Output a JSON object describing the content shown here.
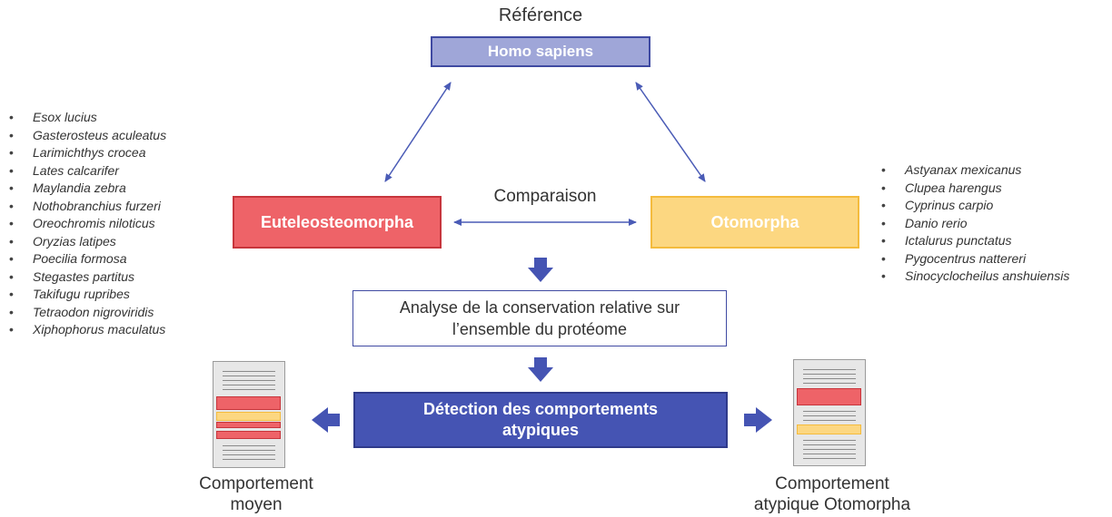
{
  "reference": {
    "label": "Référence",
    "box": "Homo sapiens"
  },
  "groups": {
    "euteleosteomorpha": {
      "label": "Euteleosteomorpha",
      "color": "#ee6368"
    },
    "otomorpha": {
      "label": "Otomorpha",
      "color": "#fcd781"
    }
  },
  "comparison_label": "Comparaison",
  "analysis": {
    "line1": "Analyse de la conservation relative sur",
    "line2": "l’ensemble du protéome"
  },
  "detection": {
    "line1": "Détection des comportements",
    "line2": "atypiques",
    "color": "#4554b3"
  },
  "left_species": [
    "Esox lucius",
    "Gasterosteus aculeatus",
    "Larimichthys crocea",
    "Lates calcarifer",
    "Maylandia zebra",
    "Nothobranchius furzeri",
    "Oreochromis niloticus",
    "Oryzias latipes",
    "Poecilia formosa",
    "Stegastes partitus",
    "Takifugu rupribes",
    "Tetraodon nigroviridis",
    "Xiphophorus maculatus"
  ],
  "right_species": [
    "Astyanax mexicanus",
    "Clupea harengus",
    "Cyprinus carpio",
    "Danio rerio",
    "Ictalurus punctatus",
    "Pygocentrus nattereri",
    "Sinocyclocheilus anshuiensis"
  ],
  "outcomes": {
    "left": {
      "line1": "Comportement",
      "line2": "moyen"
    },
    "right": {
      "line1": "Comportement",
      "line2": "atypique Otomorpha"
    }
  }
}
